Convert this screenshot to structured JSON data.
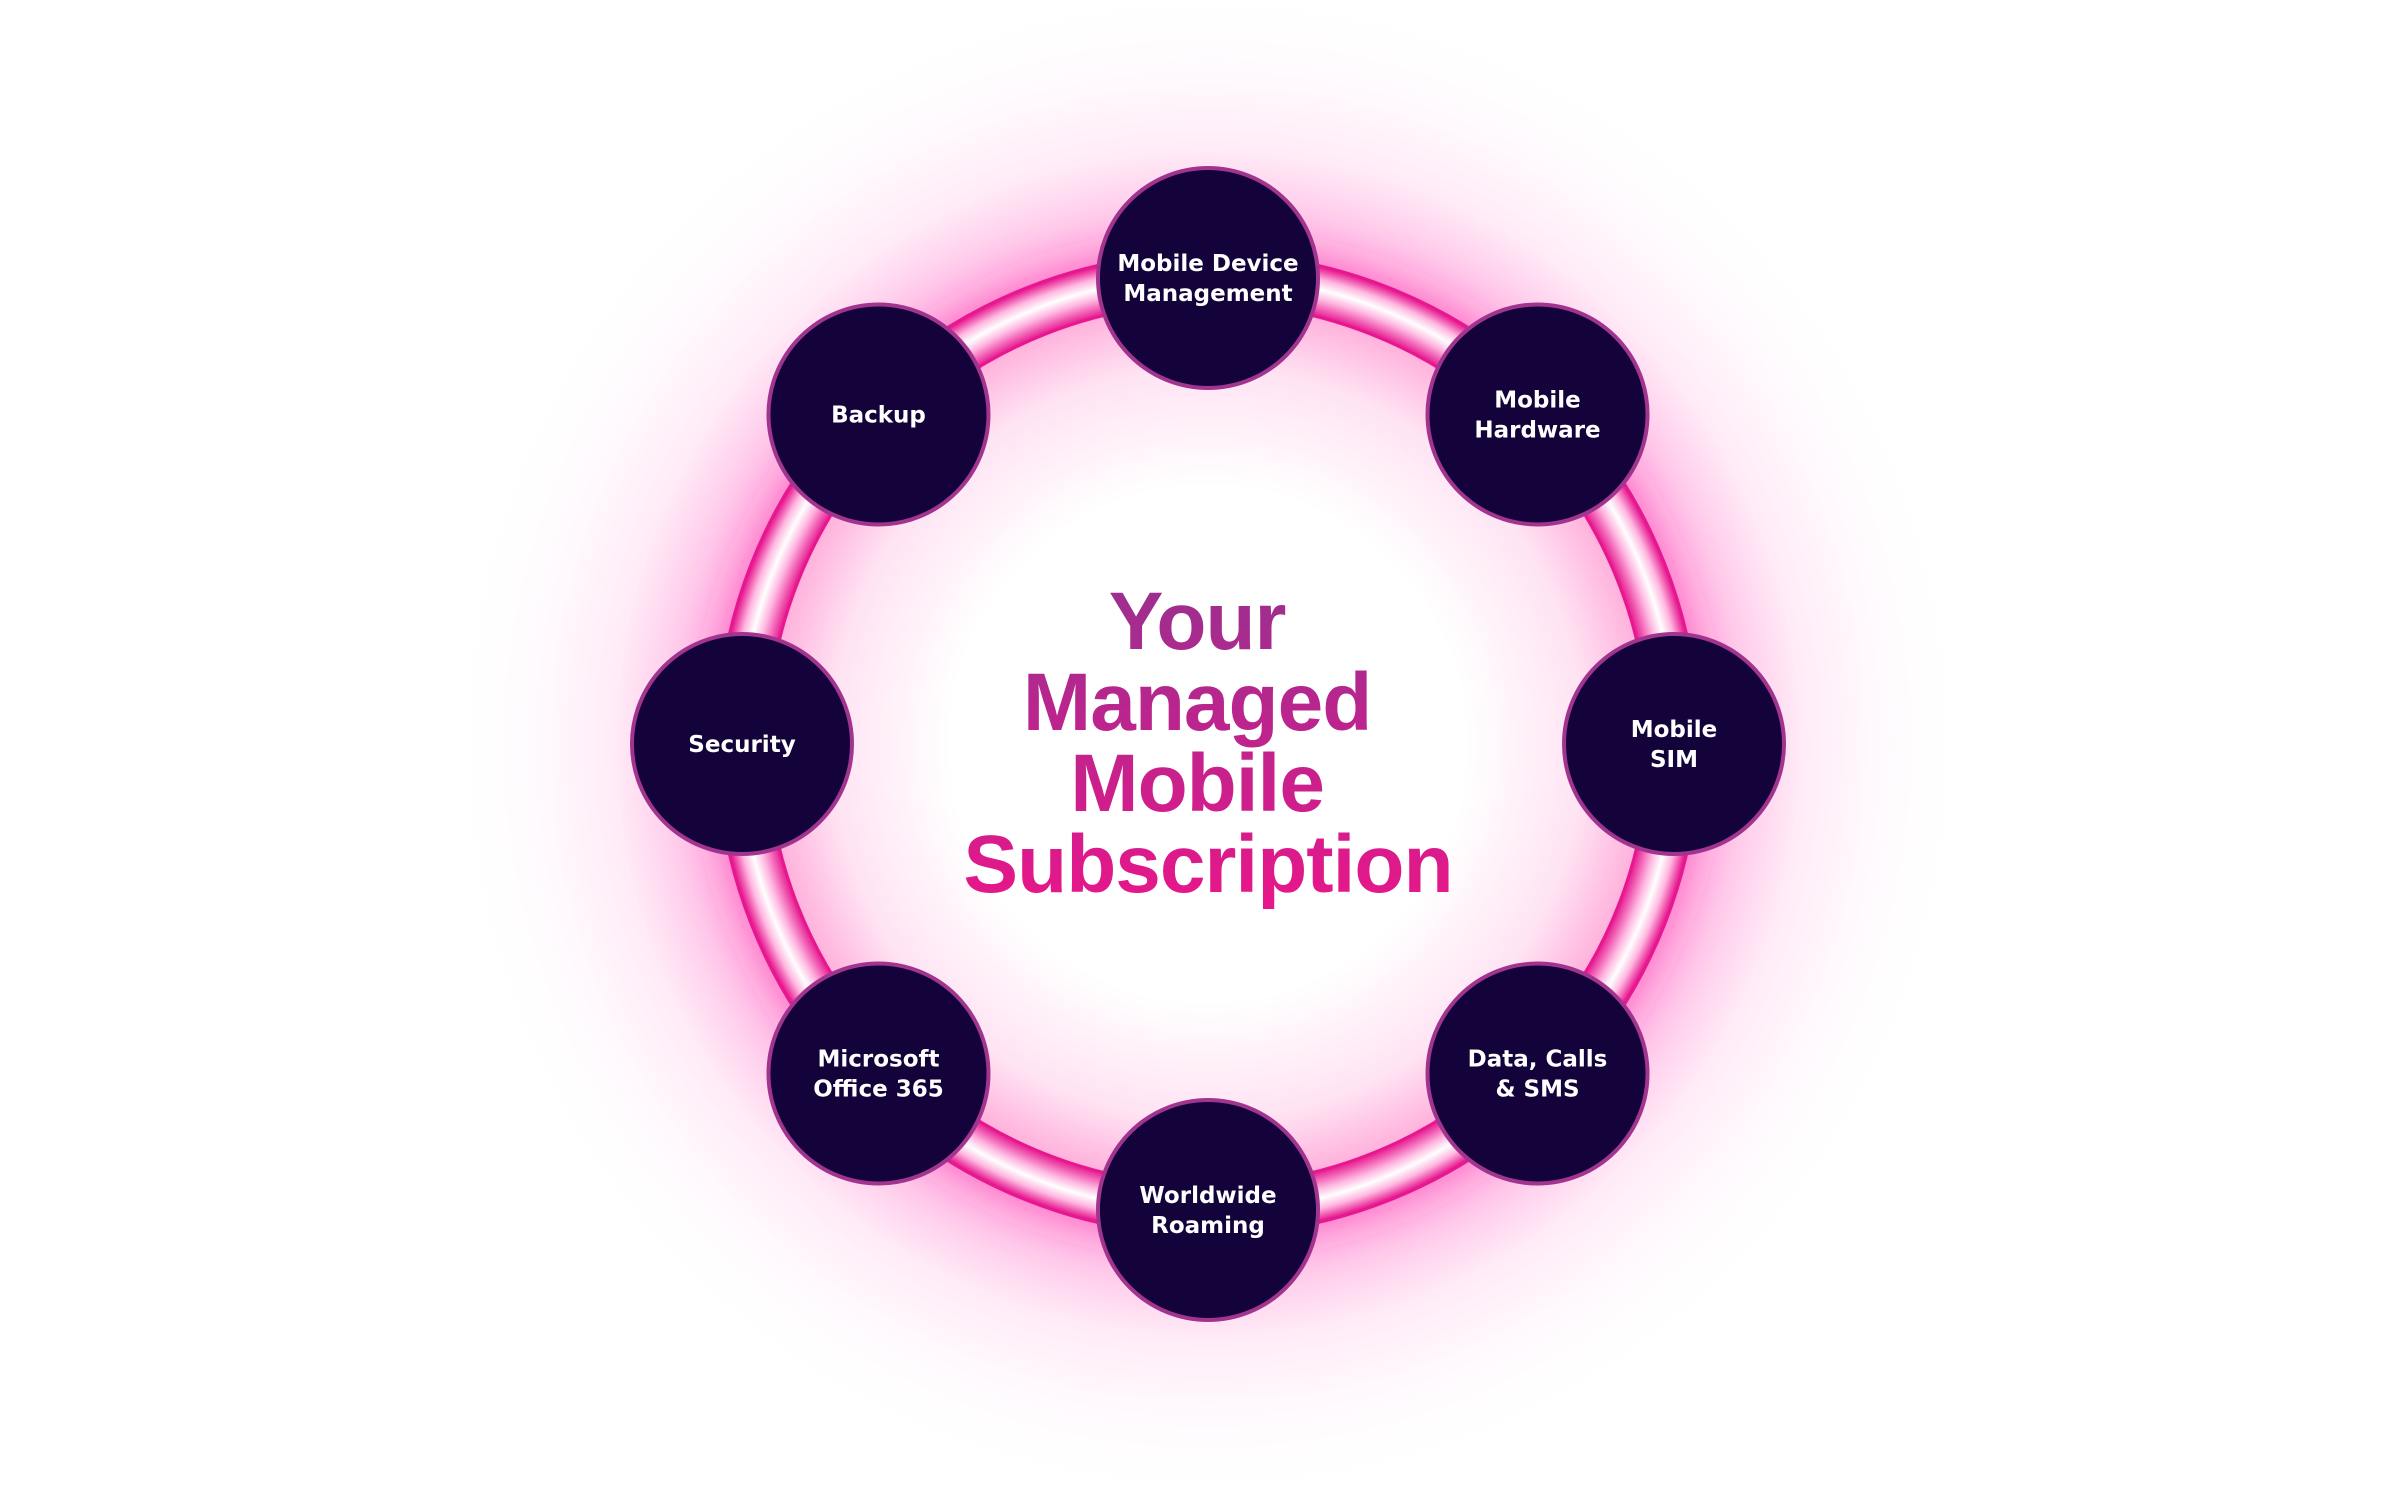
{
  "title": {
    "lines": [
      "Your",
      "Managed",
      "Mobile",
      "Subscription"
    ]
  },
  "nodes": [
    {
      "id": "mobile-device-management",
      "lines": [
        "Mobile Device",
        "Management"
      ]
    },
    {
      "id": "mobile-hardware",
      "lines": [
        "Mobile",
        "Hardware"
      ]
    },
    {
      "id": "mobile-sim",
      "lines": [
        "Mobile",
        "SIM"
      ]
    },
    {
      "id": "data-calls-sms",
      "lines": [
        "Data, Calls",
        "& SMS"
      ]
    },
    {
      "id": "worldwide-roaming",
      "lines": [
        "Worldwide",
        "Roaming"
      ]
    },
    {
      "id": "microsoft-office-365",
      "lines": [
        "Microsoft",
        "Office 365"
      ]
    },
    {
      "id": "security",
      "lines": [
        "Security"
      ]
    },
    {
      "id": "backup",
      "lines": [
        "Backup"
      ]
    }
  ],
  "colors": {
    "background": "#ffffff",
    "node_fill": "#14033a",
    "node_border": "#a0348e",
    "ring_magenta": "#e6178f",
    "glow": "#ff2fae",
    "title_top": "#9c2f8f",
    "title_bottom": "#e6178a",
    "node_text": "#ffffff"
  }
}
